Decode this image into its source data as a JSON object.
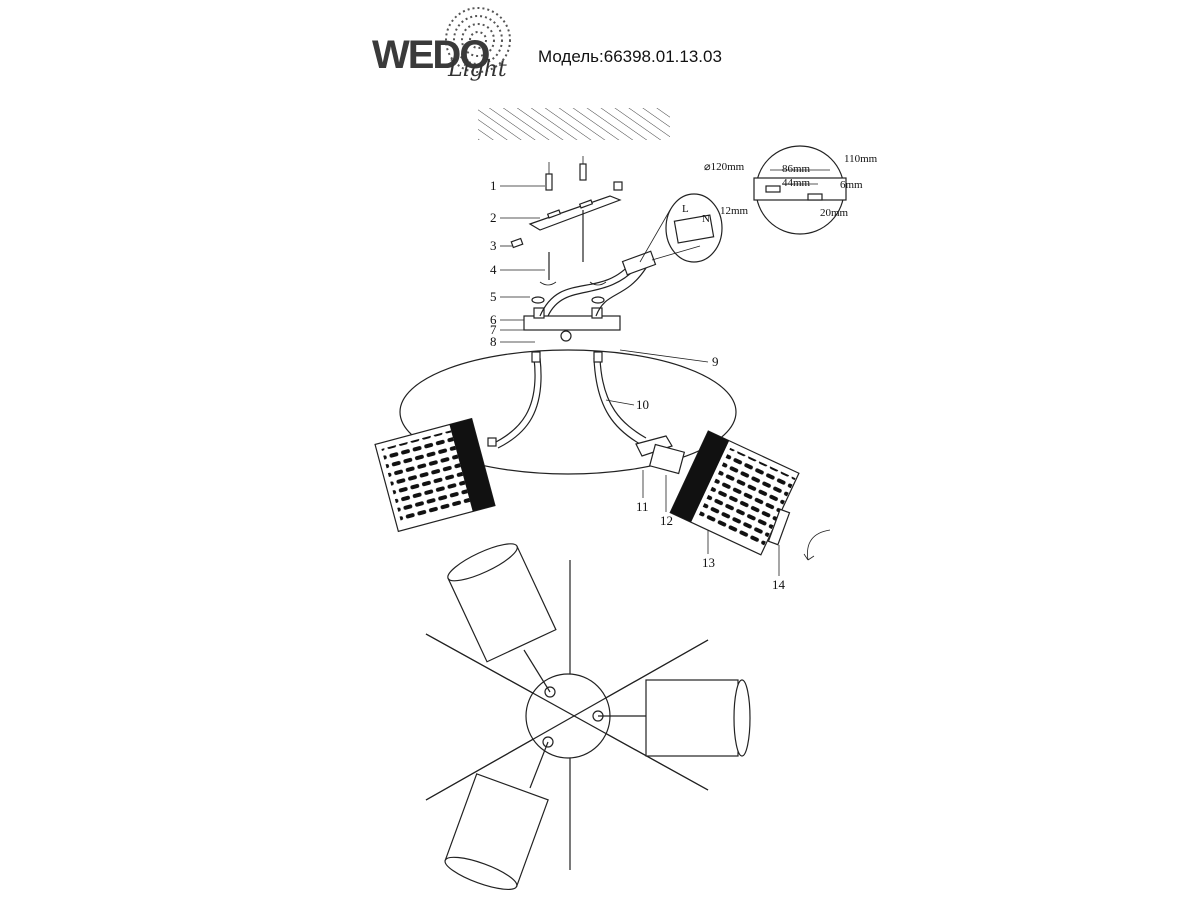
{
  "header": {
    "logo_main": "WEDO",
    "logo_script": "Light",
    "model": "Модель:66398.01.13.03"
  },
  "callouts": [
    "1",
    "2",
    "3",
    "4",
    "5",
    "6",
    "7",
    "8",
    "9",
    "10",
    "11",
    "12",
    "13",
    "14"
  ],
  "dimensions": {
    "diameter": "⌀120mm",
    "width_86": "86mm",
    "width_110": "110mm",
    "width_44": "44mm",
    "size_6": "6mm",
    "size_12": "12mm",
    "size_20": "20mm"
  },
  "terminal": {
    "l": "L",
    "n": "N"
  }
}
